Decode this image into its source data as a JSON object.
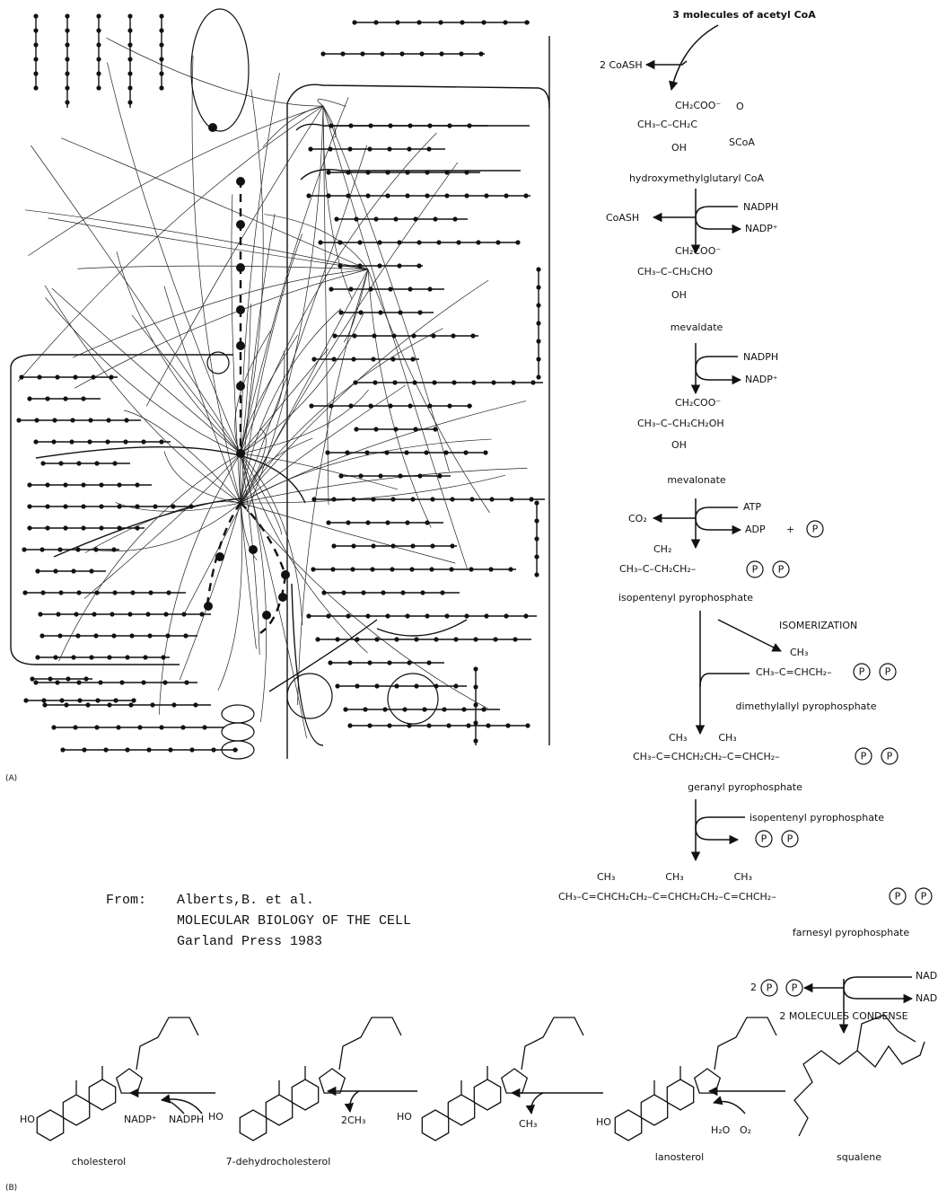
{
  "panel_a_label": "(A)",
  "panel_b_label": "(B)",
  "citation": {
    "from_label": "From:",
    "authors": "Alberts,B. et al.",
    "title": "MOLECULAR BIOLOGY OF THE CELL",
    "publisher": "Garland Press   1983"
  },
  "pathway": {
    "start": "3 molecules of acetyl CoA",
    "step1_byproduct": "2 CoASH",
    "compounds": {
      "hmg_coa": "hydroxymethylglutaryl CoA",
      "mevaldate": "mevaldate",
      "mevalonate": "mevalonate",
      "ipp": "isopentenyl pyrophosphate",
      "dmapp": "dimethylallyl pyrophosphate",
      "geranyl": "geranyl pyrophosphate",
      "farnesyl": "farnesyl pyrophosphate",
      "squalene": "squalene",
      "lanosterol": "lanosterol",
      "dehydrocholesterol": "7-dehydrocholesterol",
      "cholesterol": "cholesterol"
    },
    "cofactors": {
      "nadph": "NADPH",
      "nadp": "NADP⁺",
      "coash": "CoASH",
      "atp": "ATP",
      "adp": "ADP",
      "plus": "+",
      "co2": "CO₂",
      "ipp_in": "isopentenyl pyrophosphate",
      "two_p": "2",
      "h2o": "H₂O",
      "o2": "O₂",
      "two_ch3": "2CH₃",
      "ch3": "CH₃",
      "ho": "HO"
    },
    "annotations": {
      "isomerization": "ISOMERIZATION",
      "condense": "2 MOLECULES CONDENSE"
    },
    "formulas": {
      "hmg_top": "CH₂COO⁻",
      "hmg_mid": "CH₃–C–CH₂C",
      "hmg_o": "O",
      "hmg_scoa": "SCoA",
      "oh": "OH",
      "mevaldate_top": "CH₂COO⁻",
      "mevaldate_mid": "CH₃–C–CH₂CHO",
      "mevalonate_top": "CH₂COO⁻",
      "mevalonate_mid": "CH₃–C–CH₂CH₂OH",
      "ipp_top": "CH₂",
      "ipp_mid": "CH₃–C–CH₂CH₂–",
      "dmapp_top": "CH₃",
      "dmapp_mid": "CH₃–C=CHCH₂–",
      "geranyl_top": "CH₃          CH₃",
      "geranyl_mid": "CH₃–C=CHCH₂CH₂–C=CHCH₂–",
      "farnesyl_top": "CH₃                CH₃                CH₃",
      "farnesyl_mid": "CH₃–C=CHCH₂CH₂–C=CHCH₂CH₂–C=CHCH₂–",
      "p": "P"
    }
  }
}
